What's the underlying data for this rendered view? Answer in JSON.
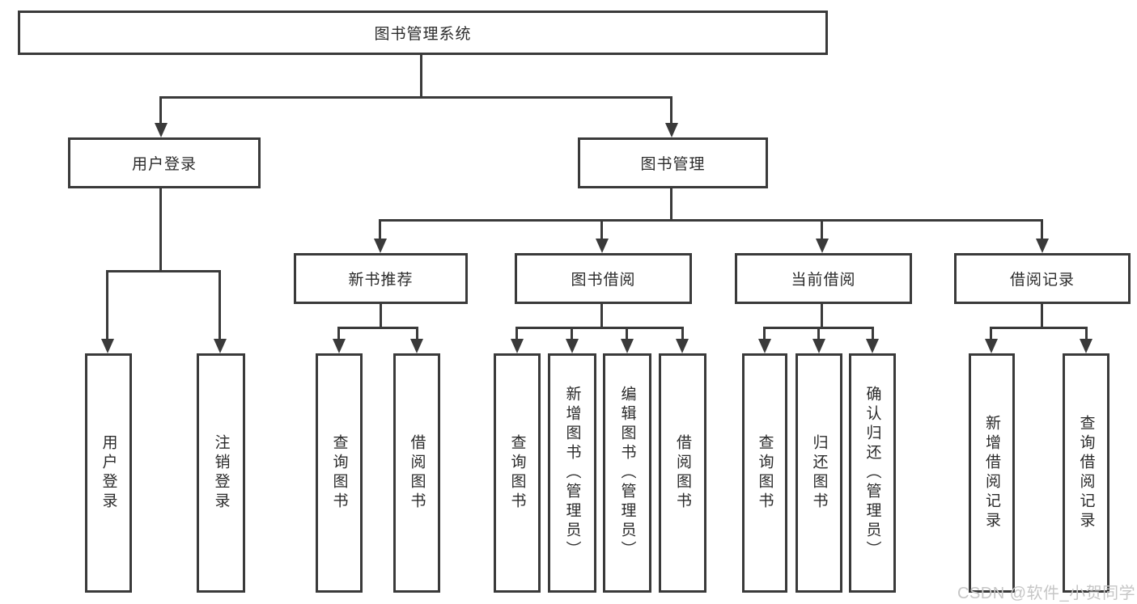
{
  "diagram": {
    "root": {
      "label": "图书管理系统"
    },
    "level2": [
      {
        "label": "用户登录"
      },
      {
        "label": "图书管理"
      }
    ],
    "level3": [
      {
        "label": "新书推荐"
      },
      {
        "label": "图书借阅"
      },
      {
        "label": "当前借阅"
      },
      {
        "label": "借阅记录"
      }
    ],
    "leaves": [
      {
        "label": "用户登录"
      },
      {
        "label": "注销登录"
      },
      {
        "label": "查询图书"
      },
      {
        "label": "借阅图书"
      },
      {
        "label": "查询图书"
      },
      {
        "label": "新增图书（管理员）"
      },
      {
        "label": "编辑图书（管理员）"
      },
      {
        "label": "借阅图书"
      },
      {
        "label": "查询图书"
      },
      {
        "label": "归还图书"
      },
      {
        "label": "确认归还（管理员）"
      },
      {
        "label": "新增借阅记录"
      },
      {
        "label": "查询借阅记录"
      }
    ]
  },
  "watermark": {
    "text": "CSDN @软件_小贺同学"
  },
  "colors": {
    "line": "#3a3a3a",
    "text": "#2b2b2b",
    "watermark": "#c6c6c6",
    "background": "#ffffff",
    "box_fill": "#ffffff"
  }
}
